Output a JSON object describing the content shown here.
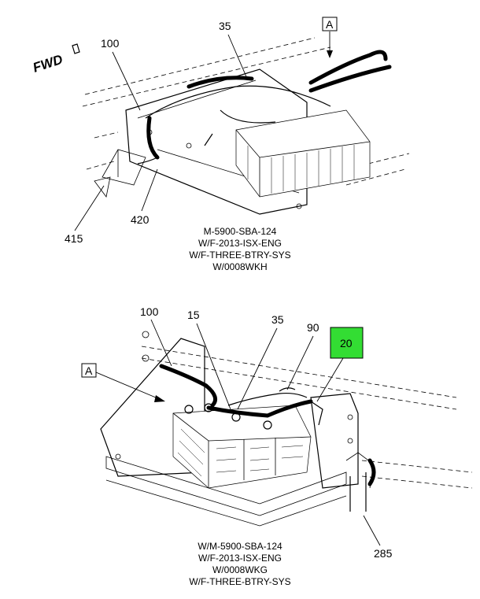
{
  "top_figure": {
    "fwd_label": "FWD",
    "callouts": {
      "c100": "100",
      "c35": "35",
      "cA": "A",
      "c415": "415",
      "c420": "420"
    },
    "caption": [
      "M-5900-SBA-124",
      "W/F-2013-ISX-ENG",
      "W/F-THREE-BTRY-SYS",
      "W/0008WKH"
    ]
  },
  "bottom_figure": {
    "callouts": {
      "c100": "100",
      "c15": "15",
      "c35": "35",
      "c90": "90",
      "c20": "20",
      "cA": "A",
      "c285": "285"
    },
    "caption": [
      "W/M-5900-SBA-124",
      "W/F-2013-ISX-ENG",
      "W/0008WKG",
      "W/F-THREE-BTRY-SYS"
    ]
  },
  "colors": {
    "highlight": "#33dd33",
    "line": "#000000",
    "background": "#ffffff"
  }
}
